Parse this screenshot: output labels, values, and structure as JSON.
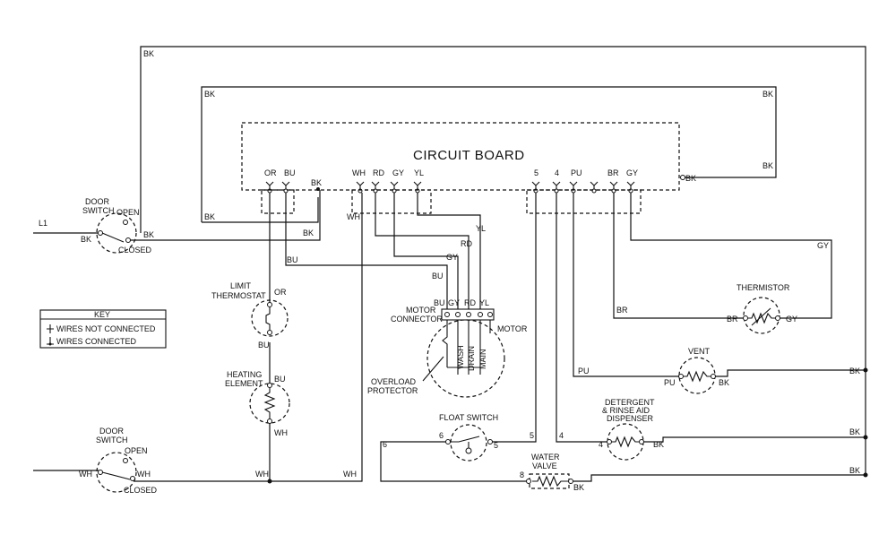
{
  "board": {
    "title": "CIRCUIT BOARD"
  },
  "pins": [
    "OR",
    "BU",
    "WH",
    "RD",
    "GY",
    "YL",
    "5",
    "4",
    "PU",
    "BR",
    "GY"
  ],
  "wires": {
    "bk": "BK",
    "wh": "WH",
    "bu": "BU",
    "rd": "RD",
    "gy": "GY",
    "yl": "YL",
    "or": "OR",
    "pu": "PU",
    "br": "BR",
    "n4": "4",
    "n5": "5",
    "n6": "6",
    "n8": "8"
  },
  "line": {
    "l1": "L1"
  },
  "door_switch": {
    "label_1": "DOOR",
    "label_2": "SWITCH",
    "open": "OPEN",
    "closed": "CLOSED"
  },
  "limit_thermostat": {
    "label_1": "LIMIT",
    "label_2": "THERMOSTAT"
  },
  "heating_element": {
    "label_1": "HEATING",
    "label_2": "ELEMENT"
  },
  "key": {
    "title": "KEY",
    "not_connected": "WIRES NOT CONNECTED",
    "connected": "WIRES CONNECTED"
  },
  "motor_connector": {
    "label_1": "MOTOR",
    "label_2": "CONNECTOR"
  },
  "motor": {
    "label": "MOTOR",
    "windings": [
      "WASH",
      "DRAIN",
      "MAIN"
    ]
  },
  "overload": {
    "label_1": "OVERLOAD",
    "label_2": "PROTECTOR"
  },
  "thermistor": {
    "label": "THERMISTOR"
  },
  "vent": {
    "label": "VENT"
  },
  "dispenser": {
    "label_1": "DETERGENT",
    "label_2": "& RINSE AID",
    "label_3": "DISPENSER"
  },
  "float_switch": {
    "label": "FLOAT SWITCH"
  },
  "water_valve": {
    "label_1": "WATER",
    "label_2": "VALVE"
  }
}
